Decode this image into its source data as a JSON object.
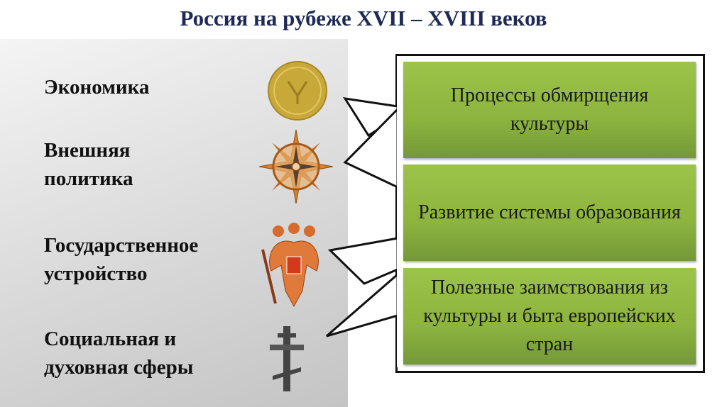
{
  "title": "Россия на рубеже XVII – XVIII веков",
  "spheres": [
    {
      "label": "Экономика",
      "icon": "gold-coin-icon"
    },
    {
      "label": "Внешняя политика",
      "icon": "compass-rose-icon"
    },
    {
      "label": "Государственное устройство",
      "icon": "double-headed-eagle-icon"
    },
    {
      "label": "Социальная и духовная сферы",
      "icon": "orthodox-cross-icon"
    }
  ],
  "culture_points": [
    "Процессы обмирщения культуры",
    "Развитие системы образования",
    "Полезные заимствования из культуры и быта европейских стран"
  ],
  "colors": {
    "title": "#1f2a56",
    "box_green": "#8cb43e"
  }
}
